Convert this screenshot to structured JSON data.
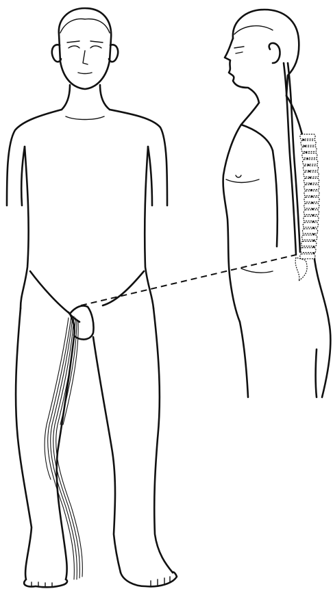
{
  "figure": {
    "views": [
      "front-view",
      "side-view"
    ],
    "colors": {
      "ink": "#111111",
      "background": "#ffffff"
    },
    "elements": [
      "front-figure",
      "side-figure",
      "spinal-cord",
      "vertebral-column",
      "leg-nerve-bundle",
      "dashed-connector"
    ]
  }
}
